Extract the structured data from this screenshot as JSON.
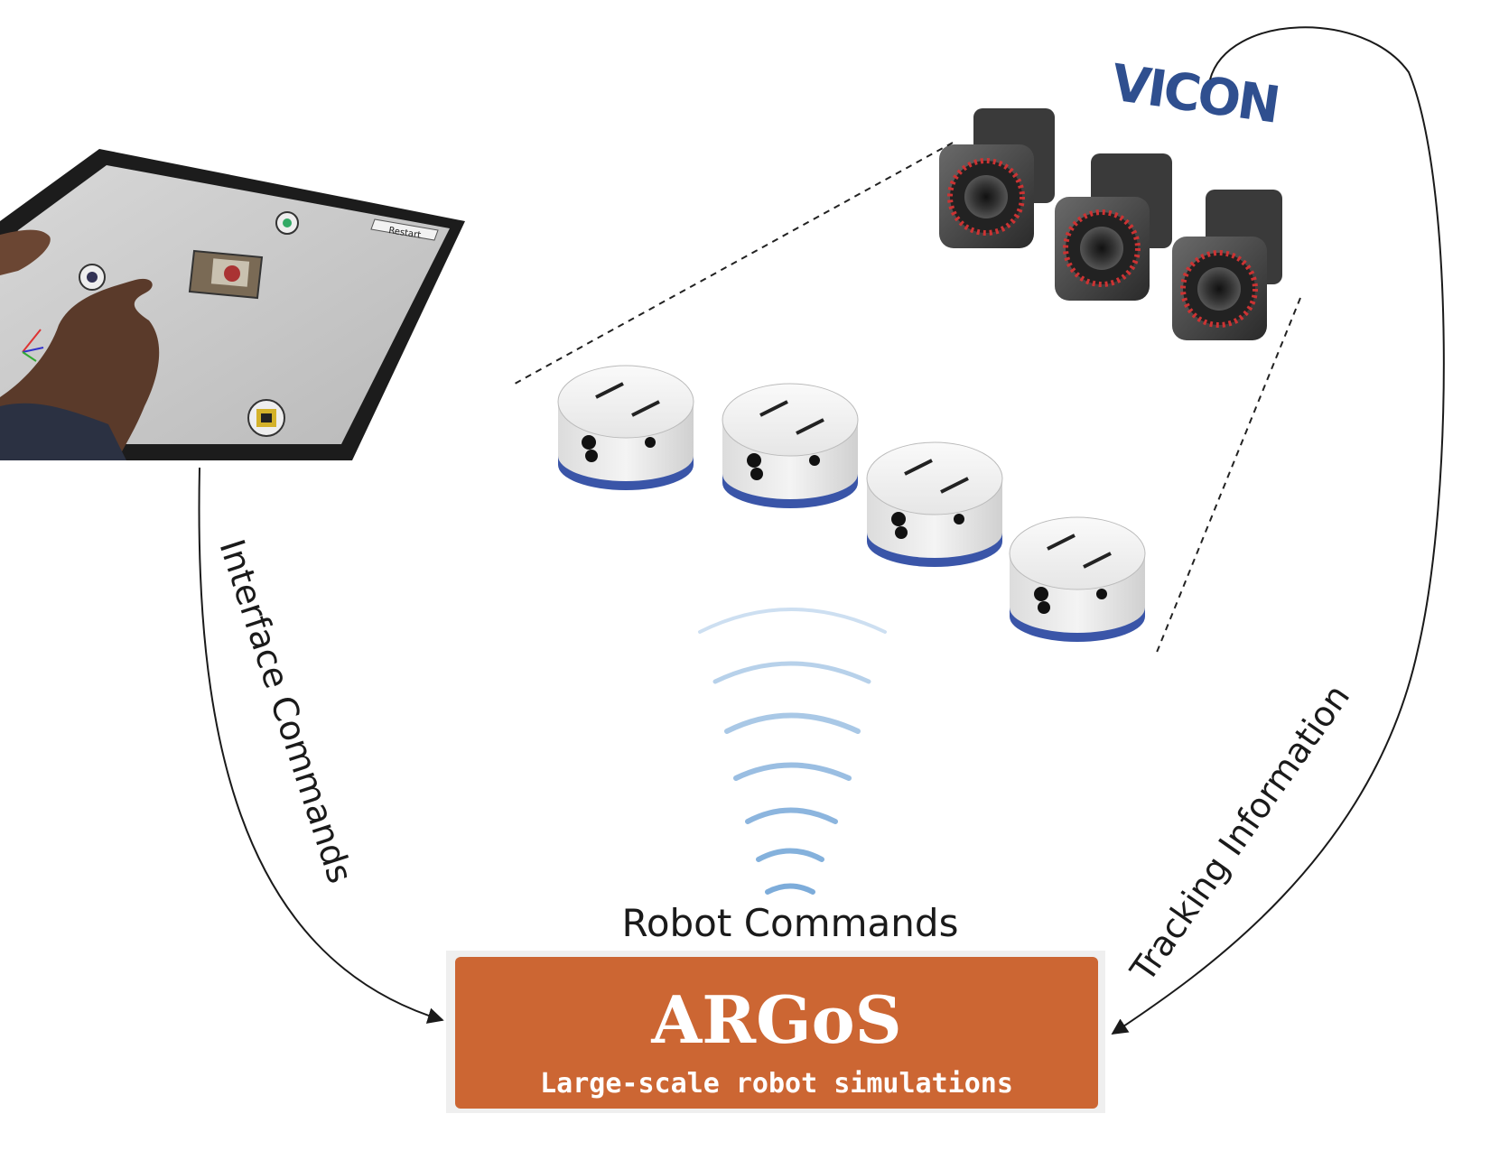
{
  "tablet": {
    "restart_label": "Restart"
  },
  "vicon": {
    "logo_text": "VICON",
    "brand_color": "#2f4f8f"
  },
  "labels": {
    "interface_commands": "Interface Commands",
    "tracking_information": "Tracking Information",
    "robot_commands": "Robot Commands"
  },
  "argos": {
    "title": "ARGoS",
    "subtitle": "Large-scale robot simulations",
    "color": "#cc6633"
  },
  "colors": {
    "arrow": "#1a1a1a",
    "robot_base": "#3a55a8",
    "wave": "#6fa3d6"
  }
}
